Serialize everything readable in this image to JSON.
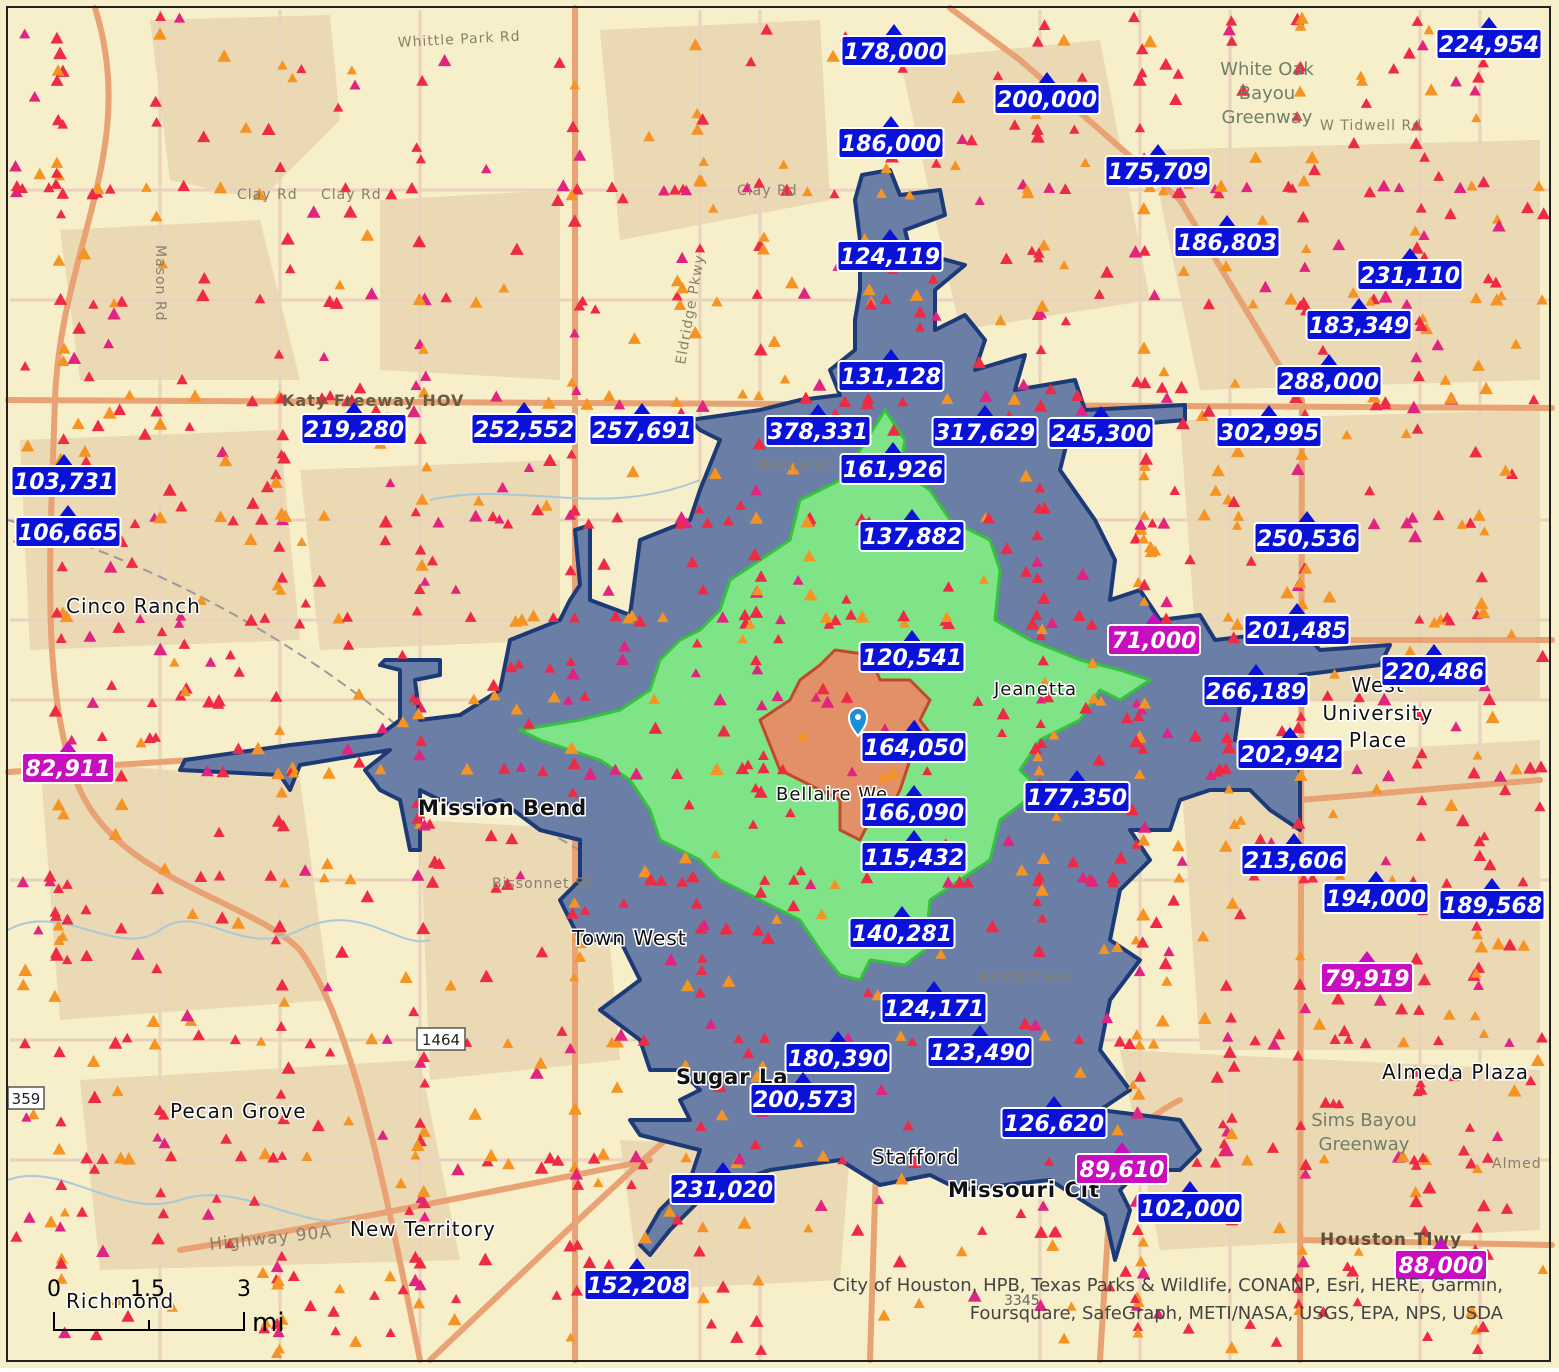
{
  "map": {
    "colors": {
      "background": "#f7efc9",
      "urban": "#ead9b2",
      "highway": "#e8a273",
      "road": "#ead2bd",
      "region_outer": "#6b7fa6",
      "region_outer_stroke": "#1c3a78",
      "region_middle": "#7ee487",
      "region_middle_stroke": "#36c23d",
      "region_inner": "#e29067",
      "region_inner_stroke": "#c04a2a",
      "label_blue": "#0a12d8",
      "label_magenta": "#c70fc0",
      "triangle_red": "#ee2a45",
      "triangle_orange": "#f59323",
      "triangle_pink": "#e02480"
    },
    "place_labels": [
      {
        "id": "cinco-ranch",
        "text": "Cinco Ranch",
        "bold": false
      },
      {
        "id": "mission-bend",
        "text": "Mission Bend",
        "bold": true
      },
      {
        "id": "town-west",
        "text": "Town West",
        "bold": false
      },
      {
        "id": "sugar-land",
        "text": "Sugar La",
        "bold": true
      },
      {
        "id": "stafford",
        "text": "Stafford",
        "bold": false
      },
      {
        "id": "missouri-city",
        "text": "Missouri Cit",
        "bold": true
      },
      {
        "id": "pecan-grove",
        "text": "Pecan Grove",
        "bold": false
      },
      {
        "id": "new-territory",
        "text": "New Territory",
        "bold": false
      },
      {
        "id": "richmond",
        "text": "Richmond",
        "bold": false
      },
      {
        "id": "almeda-plaza",
        "text": "Almeda Plaza",
        "bold": false
      },
      {
        "id": "jeanetta",
        "text": "Jeanetta",
        "bold": false
      },
      {
        "id": "bellaire-west",
        "text": "Bellaire We",
        "bold": false
      },
      {
        "id": "west-university-1",
        "text": "West",
        "bold": false
      },
      {
        "id": "west-university-2",
        "text": "University",
        "bold": false
      },
      {
        "id": "west-university-3",
        "text": "Place",
        "bold": false
      }
    ],
    "water_labels": [
      {
        "id": "white-oak-1",
        "text": "White Oak"
      },
      {
        "id": "white-oak-2",
        "text": "Bayou"
      },
      {
        "id": "white-oak-3",
        "text": "Greenway"
      },
      {
        "id": "sims-1",
        "text": "Sims Bayou"
      },
      {
        "id": "sims-2",
        "text": "Greenway"
      }
    ],
    "road_labels": [
      {
        "id": "whittle-park",
        "text": "Whittle Park Rd"
      },
      {
        "id": "clay-rd-1",
        "text": "Clay Rd"
      },
      {
        "id": "clay-rd-2",
        "text": "Clay Rd"
      },
      {
        "id": "clay-rd-3",
        "text": "Clay Rd"
      },
      {
        "id": "katy-fwy",
        "text": "Katy Freeway HOV"
      },
      {
        "id": "w-tidwell",
        "text": "W Tidwell Rd"
      },
      {
        "id": "highway-90a",
        "text": "Highway 90A"
      },
      {
        "id": "houston-tlwy",
        "text": "Houston Tlwy"
      },
      {
        "id": "bellfort",
        "text": "Bellfort Ave"
      },
      {
        "id": "almeda",
        "text": "Almed"
      },
      {
        "id": "eldridge",
        "text": "Eldridge Pkwy"
      },
      {
        "id": "mason",
        "text": "Mason Rd"
      },
      {
        "id": "memorial",
        "text": "Memorial"
      },
      {
        "id": "bissonnet",
        "text": "Bissonnet St"
      },
      {
        "id": "shield-1464",
        "text": "1464"
      },
      {
        "id": "shield-359",
        "text": "359"
      }
    ],
    "traffic_counts": [
      {
        "value": "178,000",
        "color": "blue"
      },
      {
        "value": "200,000",
        "color": "blue"
      },
      {
        "value": "224,954",
        "color": "blue"
      },
      {
        "value": "186,000",
        "color": "blue"
      },
      {
        "value": "175,709",
        "color": "blue"
      },
      {
        "value": "186,803",
        "color": "blue"
      },
      {
        "value": "124,119",
        "color": "blue"
      },
      {
        "value": "231,110",
        "color": "blue"
      },
      {
        "value": "183,349",
        "color": "blue"
      },
      {
        "value": "131,128",
        "color": "blue"
      },
      {
        "value": "288,000",
        "color": "blue"
      },
      {
        "value": "219,280",
        "color": "blue"
      },
      {
        "value": "252,552",
        "color": "blue"
      },
      {
        "value": "257,691",
        "color": "blue"
      },
      {
        "value": "378,331",
        "color": "blue"
      },
      {
        "value": "317,629",
        "color": "blue"
      },
      {
        "value": "245,300",
        "color": "blue"
      },
      {
        "value": "302,995",
        "color": "blue"
      },
      {
        "value": "161,926",
        "color": "blue"
      },
      {
        "value": "103,731",
        "color": "blue"
      },
      {
        "value": "106,665",
        "color": "blue"
      },
      {
        "value": "137,882",
        "color": "blue"
      },
      {
        "value": "250,536",
        "color": "blue"
      },
      {
        "value": "71,000",
        "color": "magenta"
      },
      {
        "value": "201,485",
        "color": "blue"
      },
      {
        "value": "120,541",
        "color": "blue"
      },
      {
        "value": "220,486",
        "color": "blue"
      },
      {
        "value": "266,189",
        "color": "blue"
      },
      {
        "value": "164,050",
        "color": "blue"
      },
      {
        "value": "202,942",
        "color": "blue"
      },
      {
        "value": "82,911",
        "color": "magenta"
      },
      {
        "value": "177,350",
        "color": "blue"
      },
      {
        "value": "166,090",
        "color": "blue"
      },
      {
        "value": "115,432",
        "color": "blue"
      },
      {
        "value": "213,606",
        "color": "blue"
      },
      {
        "value": "194,000",
        "color": "blue"
      },
      {
        "value": "189,568",
        "color": "blue"
      },
      {
        "value": "140,281",
        "color": "blue"
      },
      {
        "value": "79,919",
        "color": "magenta"
      },
      {
        "value": "124,171",
        "color": "blue"
      },
      {
        "value": "180,390",
        "color": "blue"
      },
      {
        "value": "123,490",
        "color": "blue"
      },
      {
        "value": "200,573",
        "color": "blue"
      },
      {
        "value": "126,620",
        "color": "blue"
      },
      {
        "value": "89,610",
        "color": "magenta"
      },
      {
        "value": "231,020",
        "color": "blue"
      },
      {
        "value": "102,000",
        "color": "blue"
      },
      {
        "value": "152,208",
        "color": "blue"
      },
      {
        "value": "88,000",
        "color": "magenta"
      }
    ],
    "scale_bar": {
      "ticks": [
        "0",
        "1.5",
        "3"
      ],
      "unit": "mi"
    },
    "attribution": {
      "line1": "City of Houston, HPB, Texas Parks & Wildlife, CONANP, Esri, HERE, Garmin,",
      "line2": "Foursquare, SafeGraph, METI/NASA, USGS, EPA, NPS, USDA",
      "overprint": "3345"
    }
  }
}
